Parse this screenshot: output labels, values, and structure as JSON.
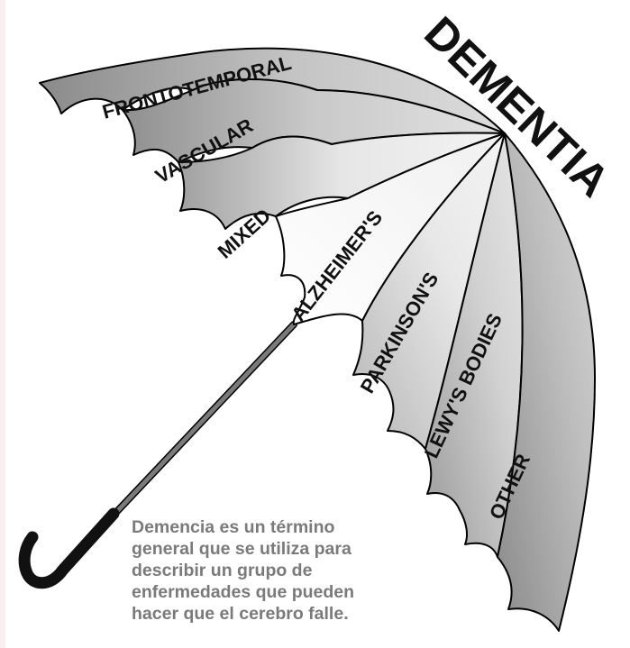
{
  "title": "DEMENTIA",
  "segments": [
    {
      "label": "FRONTOTEMPORAL"
    },
    {
      "label": "VASCULAR"
    },
    {
      "label": "MIXED"
    },
    {
      "label": "ALZHEIMER'S"
    },
    {
      "label": "PARKINSON'S"
    },
    {
      "label": "LEWY'S BODIES"
    },
    {
      "label": "OTHER"
    }
  ],
  "caption": {
    "lines": [
      "Demencia es un término",
      "general que se utiliza para",
      "describir un grupo de",
      "enfermedades que pueden",
      "hacer que el cerebro falle."
    ]
  },
  "colors": {
    "canopy_dark": "#8f8f8f",
    "canopy_light": "#ffffff",
    "outline": "#000000",
    "handle": "#111111",
    "shaft": "#777777",
    "caption_text": "#7a7a7a",
    "left_strip": "#fbeef0"
  }
}
